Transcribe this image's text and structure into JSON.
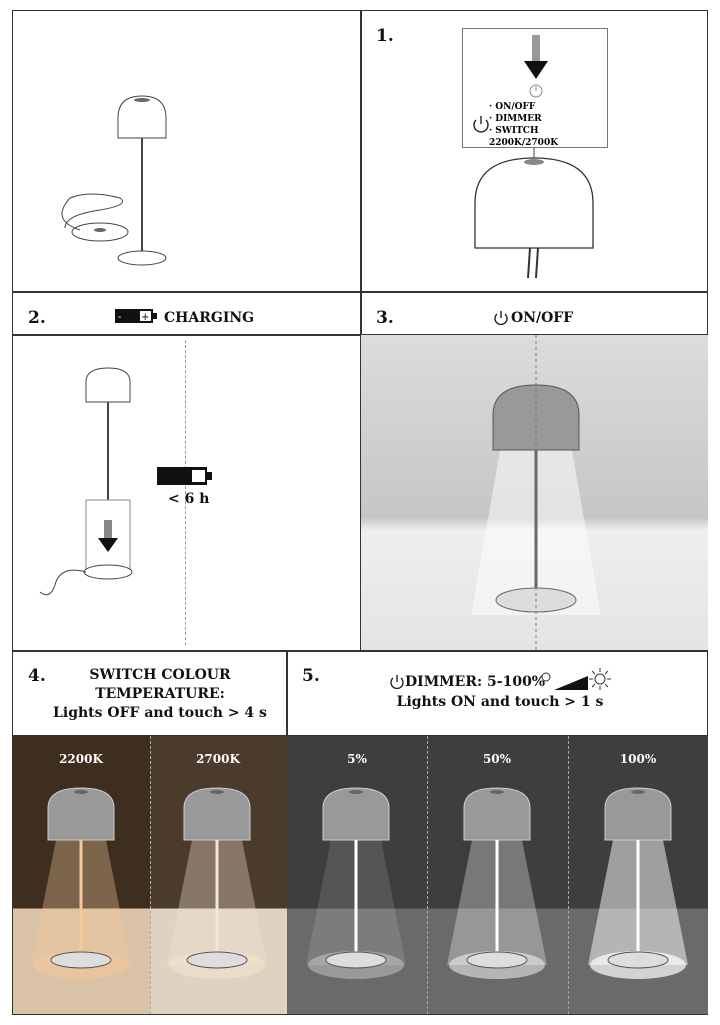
{
  "step1": {
    "number": "1.",
    "items": [
      "· ON/OFF",
      "· DIMMER",
      "· SWITCH 2200K/2700K"
    ]
  },
  "step2": {
    "number": "2.",
    "title": "CHARGING",
    "time": "< 6 h"
  },
  "step3": {
    "number": "3.",
    "title": "ON/OFF"
  },
  "step4": {
    "number": "4.",
    "title_line1": "SWITCH COLOUR",
    "title_line2": "TEMPERATURE:",
    "subtitle": "Lights OFF and touch > 4 s",
    "labels": [
      "2200K",
      "2700K"
    ],
    "colors": {
      "warm": "#f4c99a",
      "neutral": "#f3e6d2"
    }
  },
  "step5": {
    "number": "5.",
    "title": "DIMMER: 5-100%",
    "subtitle": "Lights ON and touch > 1 s",
    "labels": [
      "5%",
      "50%",
      "100%"
    ]
  }
}
